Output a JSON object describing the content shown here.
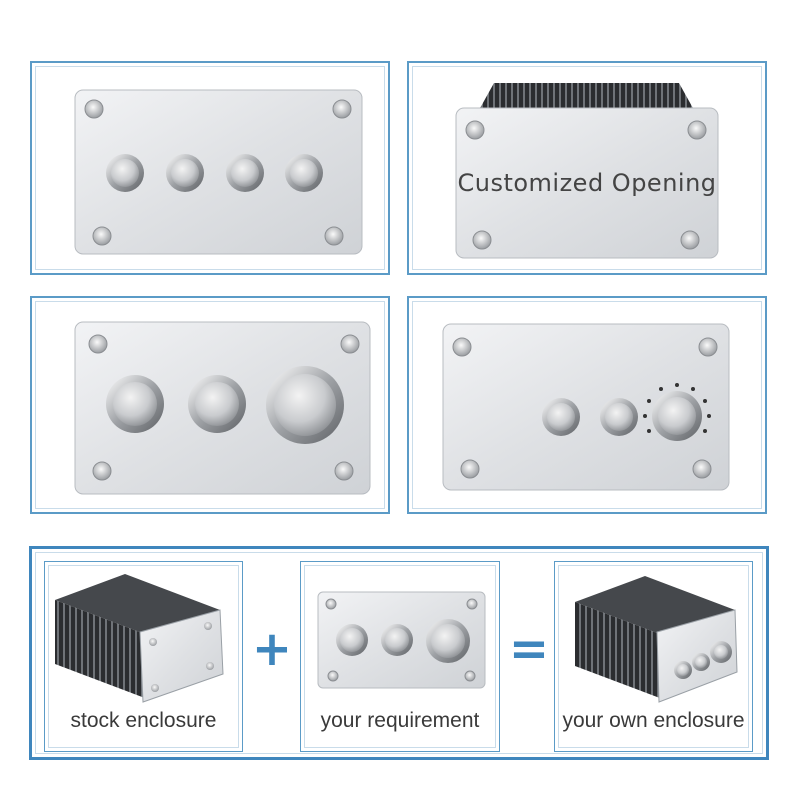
{
  "colors": {
    "frame_border": "#5b9bc7",
    "outer_frame_border": "#3f86bd",
    "operator": "#3f86bd",
    "panel_fill": "#e6e8eb"
  },
  "panels": [
    {
      "name": "four-button-panel"
    },
    {
      "name": "customized-opening-panel",
      "overlay_text": "Customized Opening"
    },
    {
      "name": "three-button-panel"
    },
    {
      "name": "buttons-and-knob-panel"
    }
  ],
  "process": {
    "steps": [
      {
        "caption": "stock enclosure"
      },
      {
        "caption": "your requirement"
      },
      {
        "caption": "your own enclosure"
      }
    ],
    "plus_symbol": "+",
    "equals_symbol": "="
  }
}
